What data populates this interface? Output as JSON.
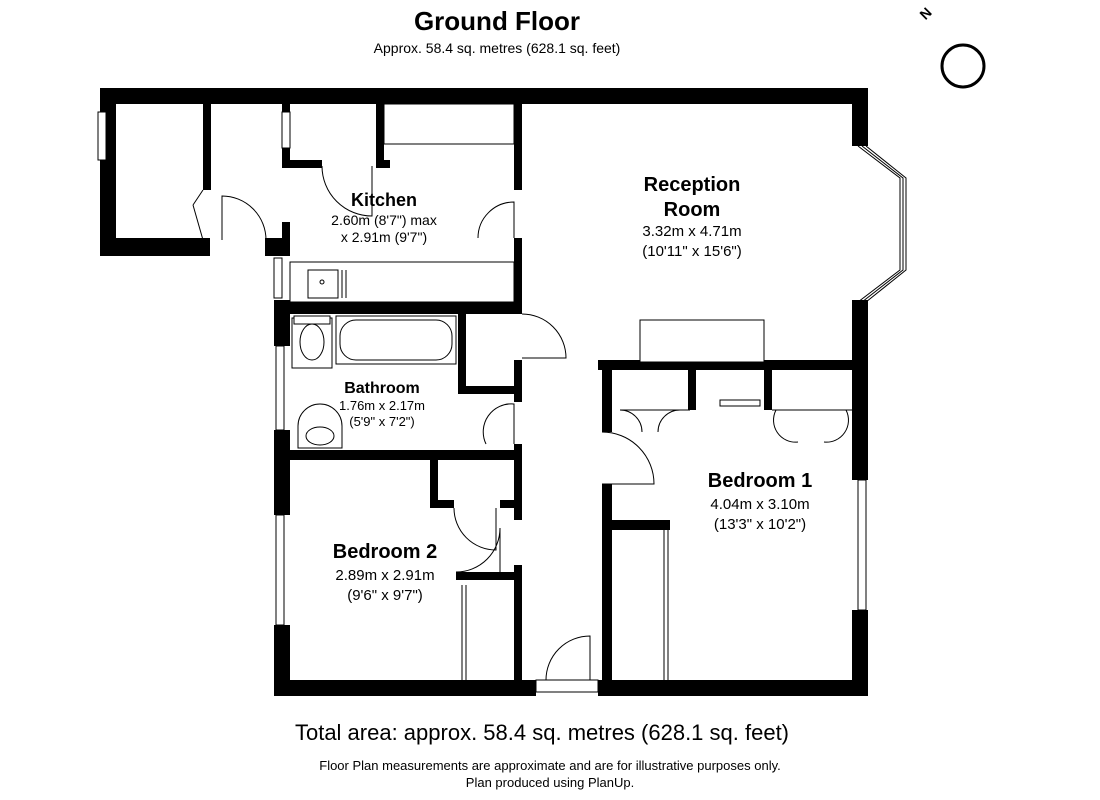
{
  "header": {
    "title": "Ground Floor",
    "subtitle": "Approx. 58.4 sq. metres (628.1 sq. feet)"
  },
  "compass": {
    "label": "N"
  },
  "rooms": [
    {
      "name_lines": [
        "Kitchen"
      ],
      "dims": [
        "2.60m (8'7\") max",
        "x 2.91m (9'7\")"
      ]
    },
    {
      "name_lines": [
        "Reception",
        "Room"
      ],
      "dims": [
        "3.32m x 4.71m",
        "(10'11\" x 15'6\")"
      ]
    },
    {
      "name_lines": [
        "Bathroom"
      ],
      "dims": [
        "1.76m x 2.17m",
        "(5'9\" x 7'2\")"
      ]
    },
    {
      "name_lines": [
        "Bedroom 1"
      ],
      "dims": [
        "4.04m x 3.10m",
        "(13'3\" x 10'2\")"
      ]
    },
    {
      "name_lines": [
        "Bedroom 2"
      ],
      "dims": [
        "2.89m x 2.91m",
        "(9'6\" x 9'7\")"
      ]
    }
  ],
  "footer": {
    "total": "Total area: approx. 58.4 sq. metres (628.1 sq. feet)",
    "disclaimer": "Floor Plan measurements are approximate and are for illustrative purposes only.",
    "credit": "Plan produced using PlanUp."
  }
}
